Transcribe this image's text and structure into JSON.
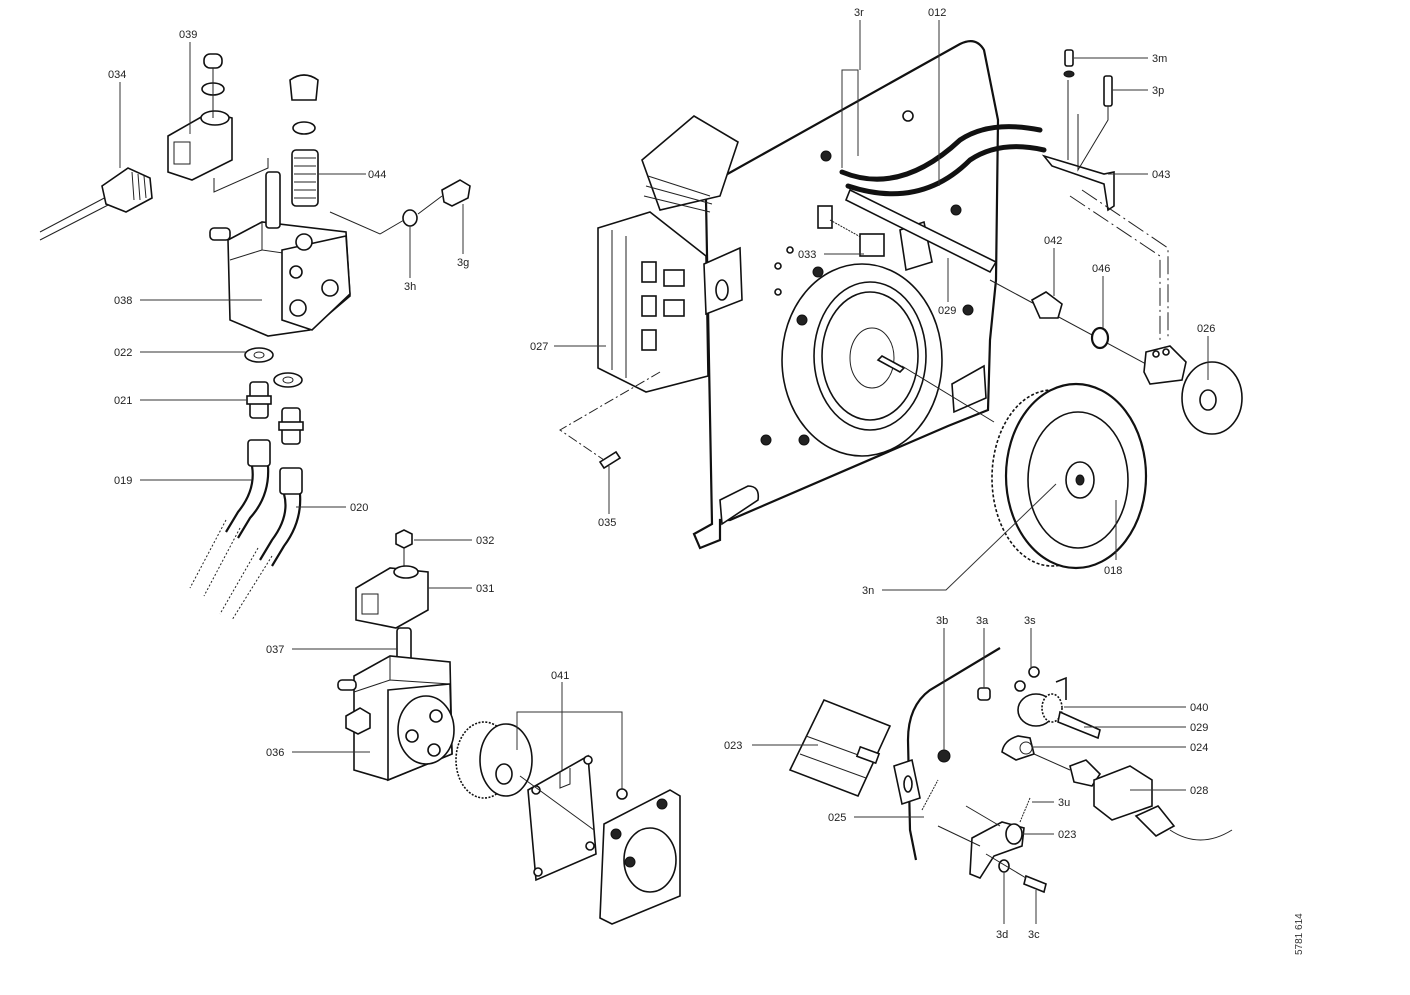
{
  "drawing_number": "5781 614",
  "labels": {
    "p034": "034",
    "p039": "039",
    "p044": "044",
    "p3g": "3g",
    "p3h": "3h",
    "p038": "038",
    "p022": "022",
    "p021": "021",
    "p019": "019",
    "p020": "020",
    "p032": "032",
    "p031": "031",
    "p037": "037",
    "p036": "036",
    "p041": "041",
    "p3r": "3r",
    "p012": "012",
    "p3m": "3m",
    "p3p": "3p",
    "p043": "043",
    "p033": "033",
    "p029a": "029",
    "p042": "042",
    "p046": "046",
    "p026": "026",
    "p027": "027",
    "p035": "035",
    "p018": "018",
    "p3n": "3n",
    "p3b": "3b",
    "p3a": "3a",
    "p3s": "3s",
    "p040": "040",
    "p029b": "029",
    "p024": "024",
    "p028": "028",
    "p023a": "023",
    "p025": "025",
    "p3u": "3u",
    "p023b": "023",
    "p3d": "3d",
    "p3c": "3c"
  }
}
